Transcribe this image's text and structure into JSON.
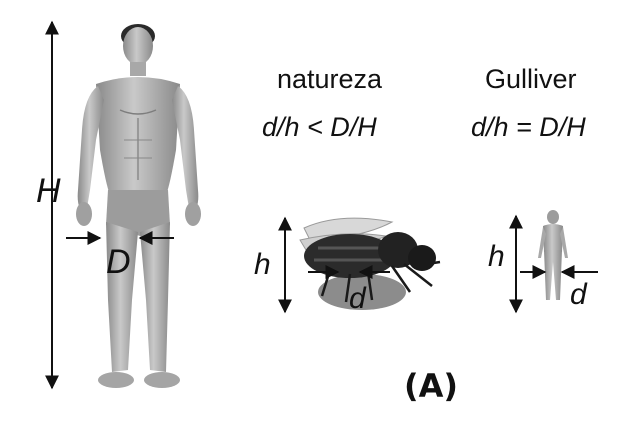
{
  "headers": {
    "nature": "natureza",
    "gulliver": "Gulliver"
  },
  "formulas": {
    "nature": "d/h < D/H",
    "gulliver": "d/h = D/H"
  },
  "human": {
    "height_label": "H",
    "diameter_label": "D"
  },
  "insect": {
    "height_label": "h",
    "diameter_label": "d"
  },
  "gulliver_figure": {
    "height_label": "h",
    "diameter_label": "d"
  },
  "panel_label": "(A)",
  "icons": {
    "human": "standing-human-figure-icon",
    "insect": "fly-icon",
    "small_human": "small-human-figure-icon"
  },
  "colors": {
    "figure": "#9a9a9a",
    "shadow": "#8c8c8c",
    "ink": "#111111"
  }
}
